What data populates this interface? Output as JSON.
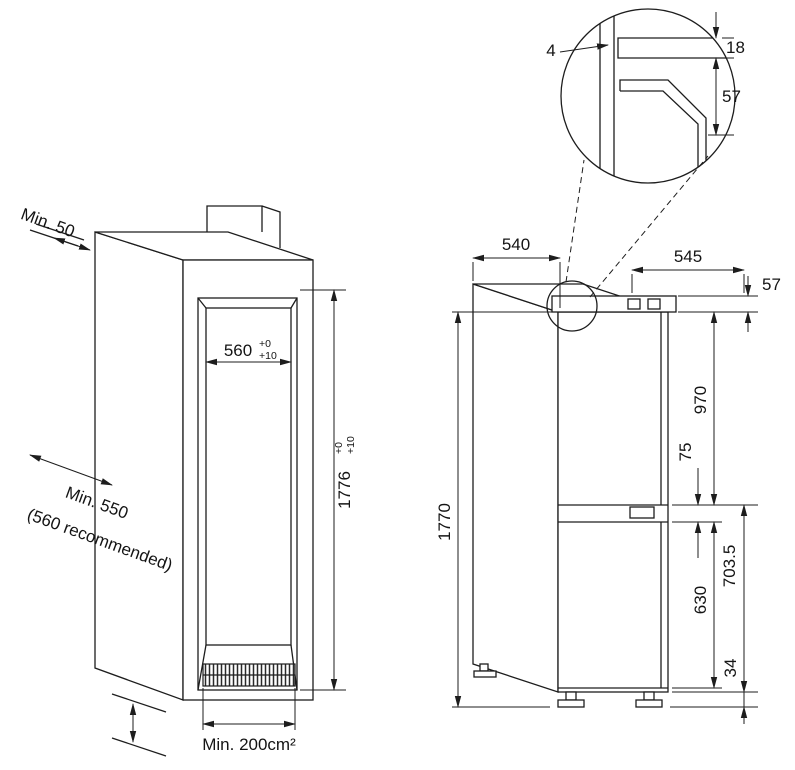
{
  "figure": {
    "left": {
      "wall_clearance": "Min. 50",
      "niche_width": {
        "value": "560",
        "tol_upper": "+0",
        "tol_lower": "+10"
      },
      "niche_height": {
        "value": "1776",
        "tol_upper": "+0",
        "tol_lower": "+10"
      },
      "depth_note_line1": "Min. 550",
      "depth_note_line2": "(560 recommended)",
      "vent_area": "Min. 200cm²"
    },
    "right": {
      "cabinet_depth": "540",
      "appliance_depth": "545",
      "door_top_thickness": "57",
      "appliance_height": "1770",
      "upper_door_height": "970",
      "hinge_gap": "75",
      "lower_door_height": "630",
      "lower_panel_height": "703.5",
      "plinth_height": "34"
    },
    "detail": {
      "top_gap": "4",
      "top_clearance": "18",
      "door_thickness": "57"
    }
  }
}
